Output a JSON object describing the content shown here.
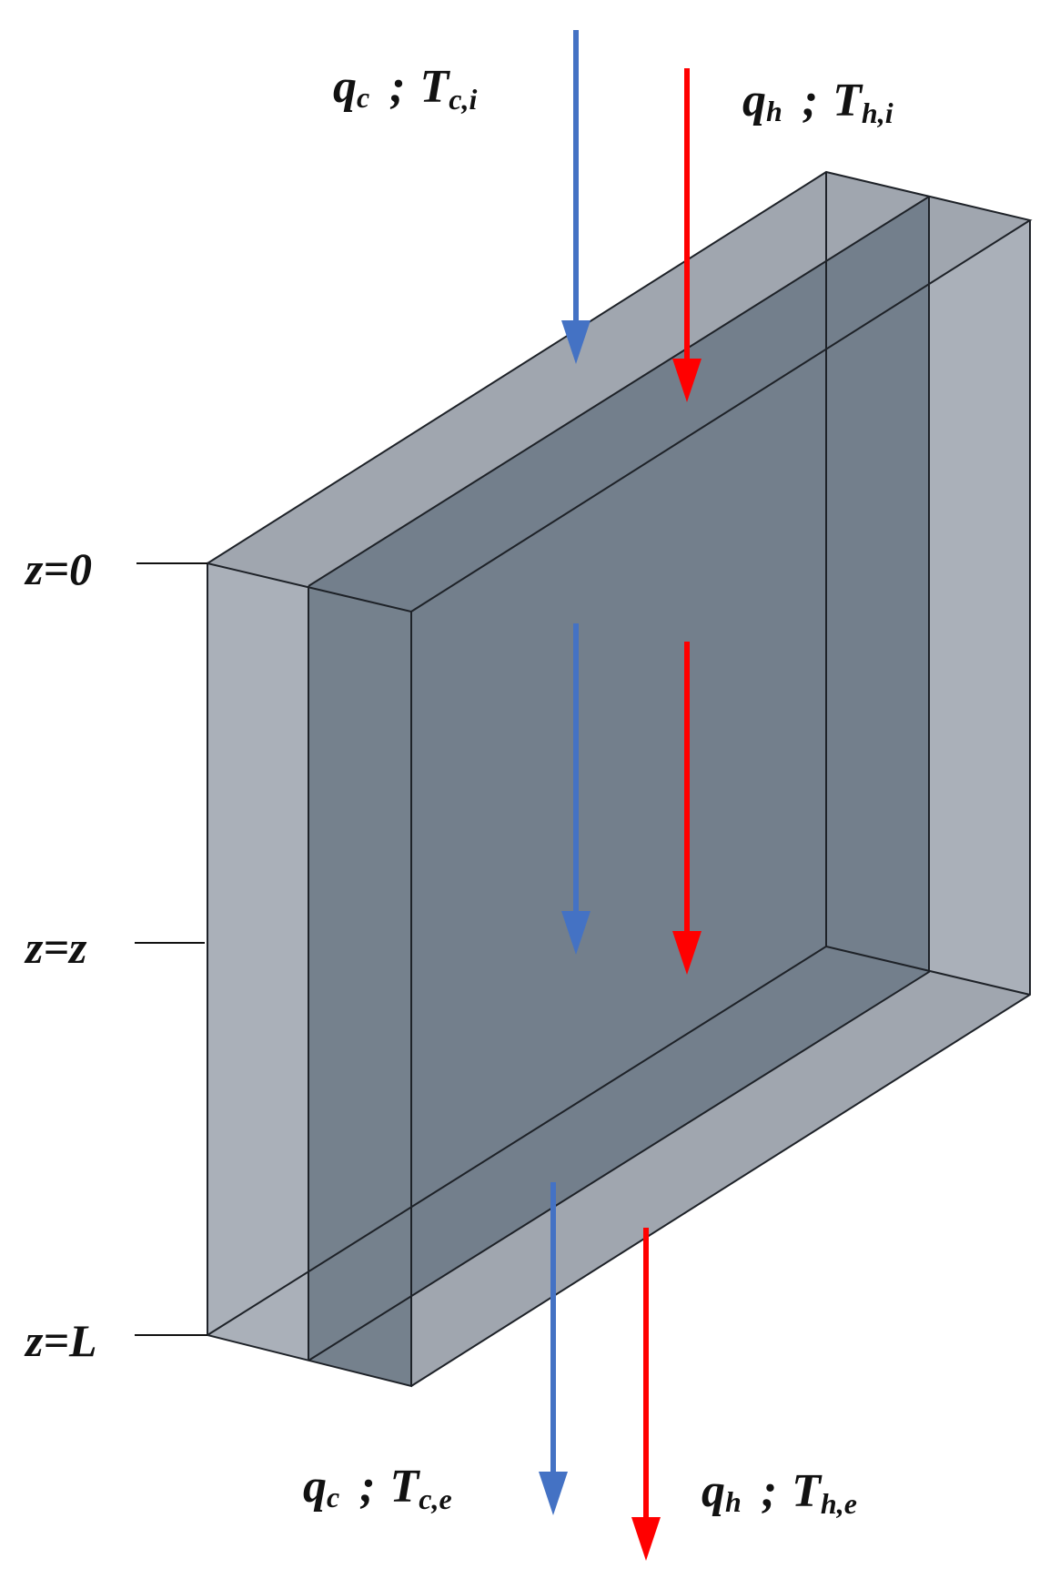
{
  "colors": {
    "cold_stream": "#4472c4",
    "hot_stream": "#ff0000",
    "outer_layer": "#a9b0ba",
    "inner_layer": "#737f8c"
  },
  "inlet_labels": {
    "cold": {
      "q": "q",
      "q_sub": "c",
      "sep": ";",
      "T": "T",
      "T_sub": "c,i"
    },
    "hot": {
      "q": "q",
      "q_sub": "h",
      "sep": ";",
      "T": "T",
      "T_sub": "h,i"
    }
  },
  "outlet_labels": {
    "cold": {
      "q": "q",
      "q_sub": "c",
      "sep": ";",
      "T": "T",
      "T_sub": "c,e"
    },
    "hot": {
      "q": "q",
      "q_sub": "h",
      "sep": ";",
      "T": "T",
      "T_sub": "h,e"
    }
  },
  "axis_labels": {
    "top": "z=0",
    "middle": "z=z",
    "bottom": "z=L"
  }
}
